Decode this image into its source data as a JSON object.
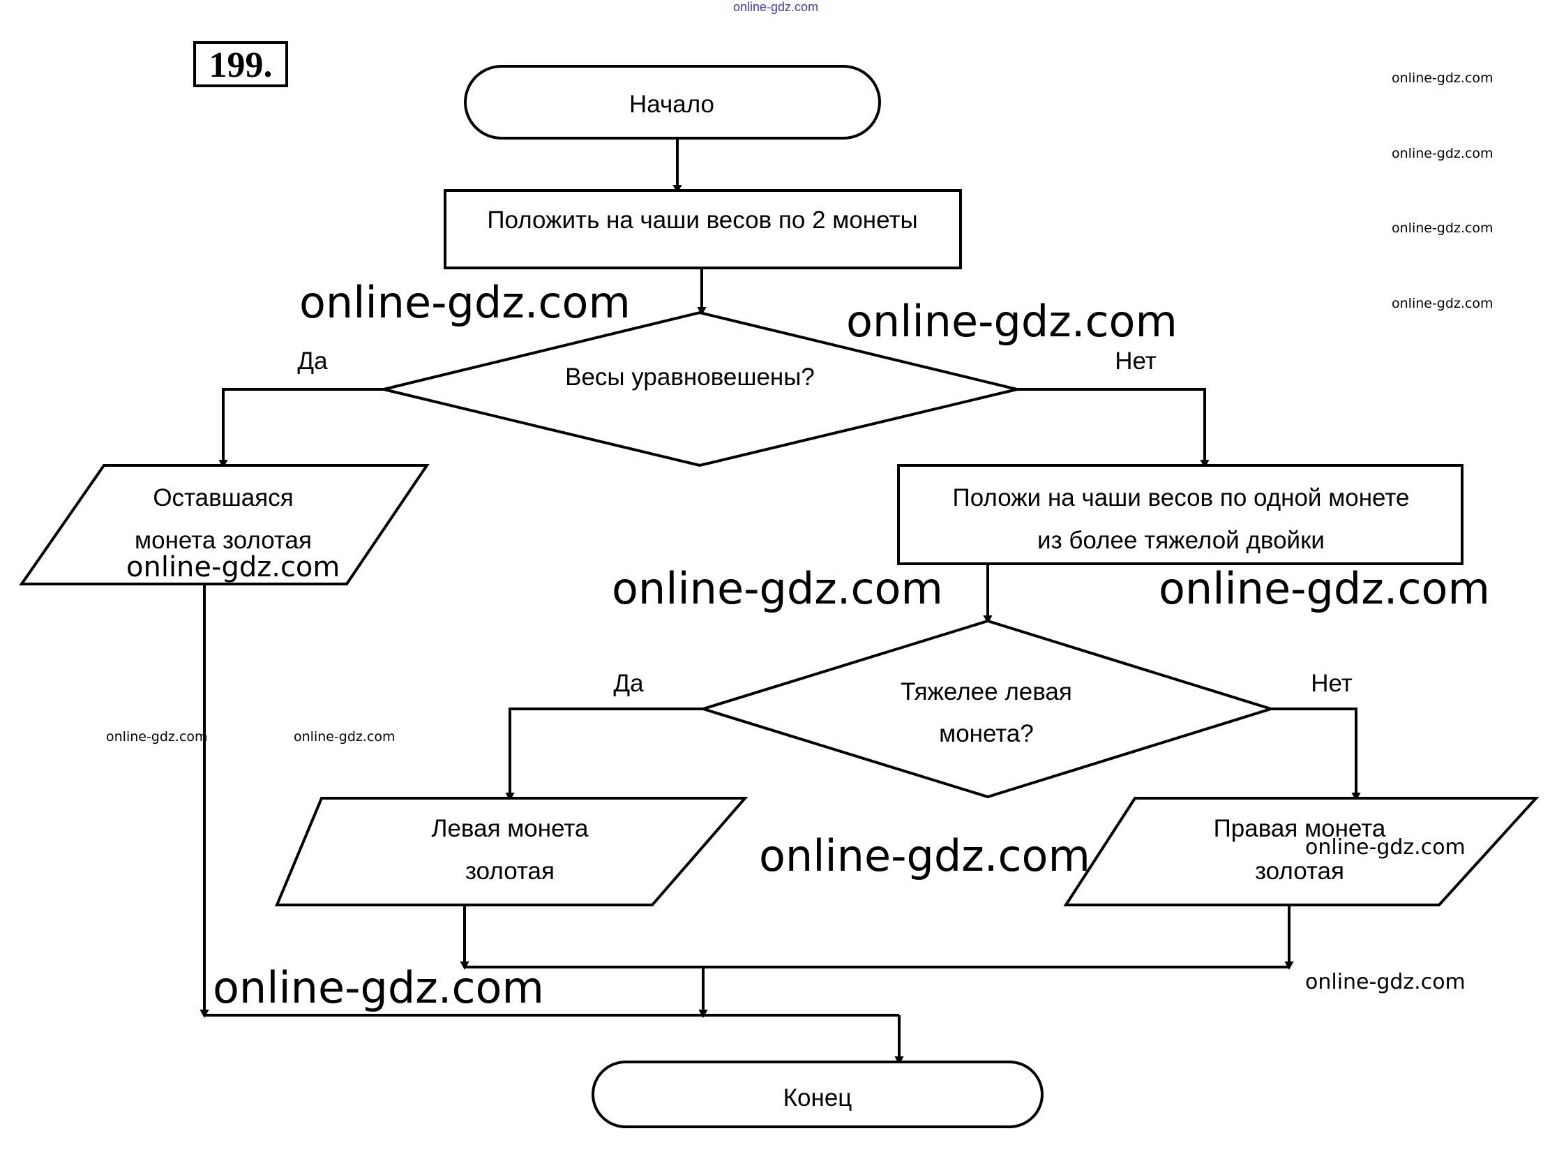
{
  "problem_number": "199.",
  "flowchart": {
    "start": "Начало",
    "step1": "Положить на чаши весов по 2 монеты",
    "decision1": "Весы уравновешены?",
    "decision1_yes": "Да",
    "decision1_no": "Нет",
    "output_remaining": [
      "Оставшаяся",
      "монета золотая"
    ],
    "step2": [
      "Положи на чаши весов по одной монете",
      "из более тяжелой двойки"
    ],
    "decision2": [
      "Тяжелее левая",
      "монета?"
    ],
    "decision2_yes": "Да",
    "decision2_no": "Нет",
    "output_left": [
      "Левая монета",
      "золотая"
    ],
    "output_right": [
      "Правая монета",
      "золотая"
    ],
    "end": "Конец"
  },
  "watermarks": {
    "text": "online-gdz.com",
    "top_blue": "online-gdz.com"
  }
}
